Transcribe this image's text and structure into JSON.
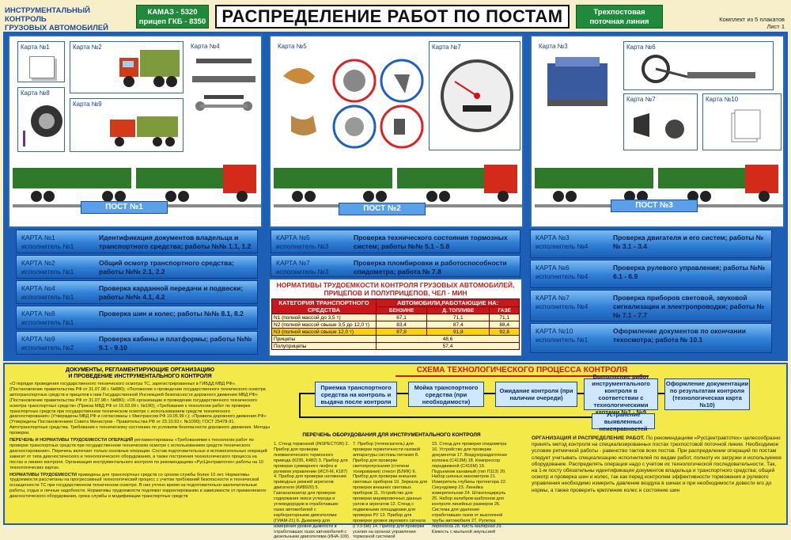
{
  "header": {
    "left_title_1": "ИНСТРУМЕНТАЛЬНЫЙ КОНТРОЛЬ",
    "left_title_2": "ГРУЗОВЫХ АВТОМОБИЛЕЙ",
    "model_1": "КАМАЗ - 5320",
    "model_2": "прицеп ГКБ - 8350",
    "title": "РАСПРЕДЕЛЕНИЕ РАБОТ ПО ПОСТАМ",
    "line_1": "Трехпостовая",
    "line_2": "поточная линия",
    "set_1": "Комплект из 5 плакатов",
    "set_2": "Лист 1"
  },
  "cards": {
    "p1": [
      "Карта №1",
      "Карта №2",
      "Карта №4",
      "Карта №8",
      "Карта №9"
    ],
    "p2": [
      "Карта №5",
      "Карта №7"
    ],
    "p3": [
      "Карта №3",
      "Карта №6",
      "Карта №7",
      "Карта №10"
    ]
  },
  "posts": [
    "ПОСТ №1",
    "ПОСТ №2",
    "ПОСТ №3"
  ],
  "rows_post1": [
    {
      "card": "КАРТА №1",
      "exec": "исполнитель №1",
      "work": "Идентификация документов владельца и транспортного средства; работы №№ 1.1, 1.2"
    },
    {
      "card": "КАРТА №2",
      "exec": "исполнитель №1",
      "work": "Общий осмотр транспортного средства; работы №№ 2.1, 2.2"
    },
    {
      "card": "КАРТА №4",
      "exec": "исполнитель №1",
      "work": "Проверка карданной передачи и подвески; работы №№ 4.1, 4.2"
    },
    {
      "card": "КАРТА №8",
      "exec": "исполнитель №1",
      "work": "Проверка шин и колес; работы №№ 8.1, 8.2"
    },
    {
      "card": "КАРТА №9",
      "exec": "исполнитель №2",
      "work": "Проверка кабины и платформы; работы №№ 9.1 - 9.10"
    }
  ],
  "rows_post2": [
    {
      "card": "КАРТА №5",
      "exec": "исполнитель №3",
      "work": "Проверка технического состояния тормозных систем; работы №№ 5.1 - 5.8"
    },
    {
      "card": "КАРТА №7",
      "exec": "исполнитель №3",
      "work": "Проверка пломбировки и работоспособности спидометра; работа № 7.8"
    }
  ],
  "rows_post3": [
    {
      "card": "КАРТА №3",
      "exec": "исполнитель №4",
      "work": "Проверка двигателя и его систем; работы №№ 3.1 - 3.4"
    },
    {
      "card": "КАРТА №6",
      "exec": "исполнитель №4",
      "work": "Проверка рулевого управления; работы №№ 6.1 - 6.9"
    },
    {
      "card": "КАРТА №7",
      "exec": "исполнитель №4",
      "work": "Проверка приборов световой, звуковой сигнализации и электропроводки; работы №№ 7.1 - 7.7"
    },
    {
      "card": "КАРТА №10",
      "exec": "исполнитель №1",
      "work": "Оформление документов по окончании техосмотра; работа № 10.1"
    }
  ],
  "norms": {
    "title": "НОРМАТИВЫ ТРУДОЕМКОСТИ КОНТРОЛЯ ГРУЗОВЫХ АВТОМОБИЛЕЙ, ПРИЦЕПОВ И ПОЛУПРИЦЕПОВ, ЧЕЛ · МИН",
    "h_cat": "КАТЕГОРИЯ ТРАНСПОРТНОГО СРЕДСТВА",
    "h_auto": "АВТОМОБИЛИ,РАБОТАЮЩИЕ НА:",
    "h_fuel": [
      "БЕНЗИНЕ",
      "Д. ТОПЛИВЕ",
      "ГАЗЕ"
    ],
    "rows": [
      {
        "cat": "N1 (полной массой до 3,5 т)",
        "v": [
          "67,1",
          "71,1",
          "71,1"
        ]
      },
      {
        "cat": "N2 (полной массой свыше 3,5 до 12,0 т)",
        "v": [
          "83,4",
          "87,4",
          "88,4"
        ]
      },
      {
        "cat": "N3 (полной массой свыше 12,0 т)",
        "v": [
          "87,8",
          "91,8",
          "92,8"
        ]
      },
      {
        "cat": "Прицепы",
        "v": [
          "48,6"
        ]
      },
      {
        "cat": "Полуприцепы",
        "v": [
          "57,4"
        ]
      }
    ]
  },
  "docs": {
    "title_1": "ДОКУМЕНТЫ, РЕГЛАМЕНТИРУЮЩИЕ ОРГАНИЗАЦИЮ",
    "title_2": "И ПРОВЕДЕНИЕ ИНСТРУМЕНТАЛЬНОГО КОНТРОЛЯ",
    "text": "«О порядке проведения государственного технического осмотра ТС, зарегистрированных в ГИБДД МВД РФ». (Постановление правительства РФ от 31.07.98 г. №880); «Положение о проведении государственного технического осмотра автотранспортных средств и прицепов к ним Государственной Инспекцией безопасности дорожного движения МВД РФ» (Постановление правительства РФ от 31.07.98 г. №880); «Об организации и проведении государственного технического осмотра транспортных средств» (Приказ МВД РФ от 15.03.99 г. №190); «Требования к технологии работ по проверке транспортных средств при государственном техническом осмотре с использованием средств технического диагностирования» (Утверждены МВД РФ и согласованы с Минтрансом РФ 19.05.99 г.); «Правила дорожного движения РФ» (Утверждены Постановлением Совета Министров - Правительства РФ от 23.10.93 г. №1090); ГОСТ 25478-91. Автотранспортные средства. Требования к техническому состоянию по условиям безопасности дорожного движения. Методы проверки.",
    "list_title": "ПЕРЕЧЕНЬ И НОРМАТИВЫ ТРУДОЕМКОСТИ ОПЕРАЦИЙ",
    "list_text": "регламентированы «Требованиями к технологии работ по проверке транспортных средств при государственном техническом осмотре с использованием средств технического диагностирования». Перечень включает только основные операции. Состав подготовительных и вспомогательных операций зависит от типа диагностического и технологического оборудования, а также построения технологического процесса на постах и линиях контроля. Организация инструментального контроля по рекомендациям «РусЦентравтотех» работы на 10 технологических картах.",
    "norm_title": "НОРМАТИВЫ ТРУДОЕМКОСТИ",
    "norm_text": "приведены для транспортных средств со сроком службы более 10 лет. Нормативы трудоемкости рассчитаны на прогрессивный технологический процесс с учетом требований безопасности и технической оснащенности ТС при государственном техническом осмотре. В них учтено время на подготовительно-заключительные работы, отдых и личные надобности. Нормативы трудоемкости подлежат корректированию в зависимости от применяемого диагностического оборудования, срока службы и модификации транспортных средств"
  },
  "scheme": {
    "title": "СХЕМА ТЕХНОЛОГИЧЕСКОГО ПРОЦЕССА КОНТРОЛЯ",
    "boxes": [
      "Приемка транспортного средства на контроль и выдача после контроля",
      "Мойка транспортного средства (при необходимости)",
      "Ожидание контроля (при наличии очереди)",
      "Выполнение работ инструментального контроля в соответствии с технологическими картами №1 - №9",
      "Оформление документации по результатам контроля (технологическая карта №10)",
      "Устранение выявленных неисправностей"
    ]
  },
  "equipment": {
    "title": "ПЕРЕЧЕНЬ ОБОРУДОВАНИЯ ДЛЯ ИНСТРУМЕНТАЛЬНОГО КОНТРОЛЯ",
    "col1": "1. Стенд тормозной (INSPECTOR) 2. Прибор для проверки пневматического тормозного привода (К235, К482) 3. Прибор для проверки суммарного люфта в рулевом управлении (ИСЛ-М, К187) 4. Прибор для проверки натяжения приводных ремней агрегатов двигателя (КИ8920) 5. Газоанализатор для проверки содержания окиси углерода и углеводородов в отработавших газах автомобилей с карбюраторными двигателями (ГИАМ-21) 6. Дымомер для измерения уровня дымности в отработавших газах автомобилей с дизельными двигателями (ИНА-109)",
    "col2": "7. Прибор (течеискатель) для проверки герметичности газовой аппаратуры системы питания 8. Прибор для проверки светопропускания (степени тонирования) стекол (БЛИК) 9. Прибор для проверки внешних световых приборов 10. Зеркала для проверки внешних световых приборов 11. Устройство для проверки маркировочных данных узлов и агрегатов 12. Стенд с подвижными площадками для проверки РУ 13. Прибор для проверки уровня звукового сигнала (ГУЗ-5М) 14. Прибор для проверки усилия на органах управления тормозной системой",
    "col3": "15. Стенд для проверки спидометра 16. Устройство для проверки документов 17. Воздухораздаточная колонка (С413М) 18. Компрессор передвижной (С416М) 19. Подъемник канавный (тип П113) 20. Набор шинных манометров 21. Измеритель глубины протектора 22. Секундомер 23. Линейка измерительная 24. Штангенциркуль 25. Набор калибров-шаблонов для контроля линейных размеров 26. Система для удаления отработавших газов от выхлопной трубы автомобиля 27. Рулетка переноска 28. Кисть малярная 29. Емкость с мыльной эмульсией"
  },
  "org": {
    "title": "ОРГАНИЗАЦИЯ И РАСПРЕДЕЛЕНИЕ РАБОТ.",
    "text": "По рекомендациям «РусЦентравтотех» целесообразно принять метод контроля на специализированных постах трехпостовой поточной линии. Необходимое условие ритмичной работы - равенство тактов всех постов. При распределении операций по постам следует учитывать специализацию исполнителей по видам работ, полноту их загрузки и используемое оборудование. Распределять операции надо с учетом их технологической последовательности. Так, на 1-м посту обязательны идентификация документов владельца и транспортного средства; общий осмотр и проверка шин и колес, так как перед контролем эффективности торможения и рулевого управления необходимо измерить давление воздуха в шинах и при необходимости довести его до нормы, а также проверить крепление колес и состояние шин"
  }
}
